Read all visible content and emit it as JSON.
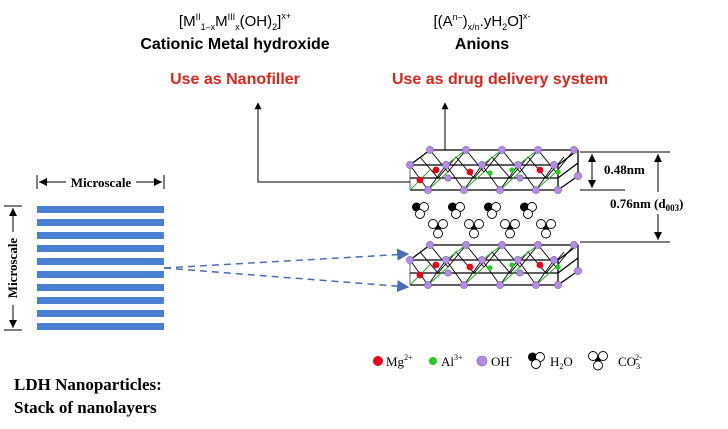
{
  "formulas": {
    "cation": {
      "open": "[M",
      "ii": "II",
      "sub_frac": "1–x",
      "m": "M",
      "iii": "III",
      "sub_x": "x",
      "oh": "(OH)",
      "sub_2": "2",
      "close": "]",
      "charge": "x+"
    },
    "anion": {
      "open": "[(A",
      "charge_n": "n–",
      "close_paren": ")",
      "sub_xn": "x/n",
      "dot": ".yH",
      "sub_2": "2",
      "o": "O]",
      "charge": "x-"
    }
  },
  "labels": {
    "cationic_title": "Cationic Metal hydroxide",
    "anions_title": "Anions",
    "use_nanofiller": "Use as Nanofiller",
    "use_drug": "Use as drug delivery system",
    "microscale_h": "Microscale",
    "microscale_v": "Microscale",
    "dim_048": "0.48nm",
    "dim_076_prefix": "0.76nm (d",
    "dim_076_sub": "003",
    "dim_076_suffix": ")",
    "caption_line1": "LDH Nanoparticles:",
    "caption_line2": "Stack of nanolayers"
  },
  "legend": {
    "mg": {
      "base": "Mg",
      "sup": "2+",
      "color": "#e8001c"
    },
    "al": {
      "base": "Al",
      "sup": "3+",
      "color": "#22cc22"
    },
    "oh": {
      "base": "OH",
      "sup": "-",
      "color": "#b48ce6"
    },
    "h2o": {
      "base": "H",
      "sub": "2",
      "tail": "O"
    },
    "co3": {
      "base": "CO",
      "sub": "3",
      "sup": "2-"
    }
  },
  "colors": {
    "accent_red": "#d9261c",
    "layer_blue": "#4a7fd4",
    "arrow_blue": "#4a6fb0"
  }
}
